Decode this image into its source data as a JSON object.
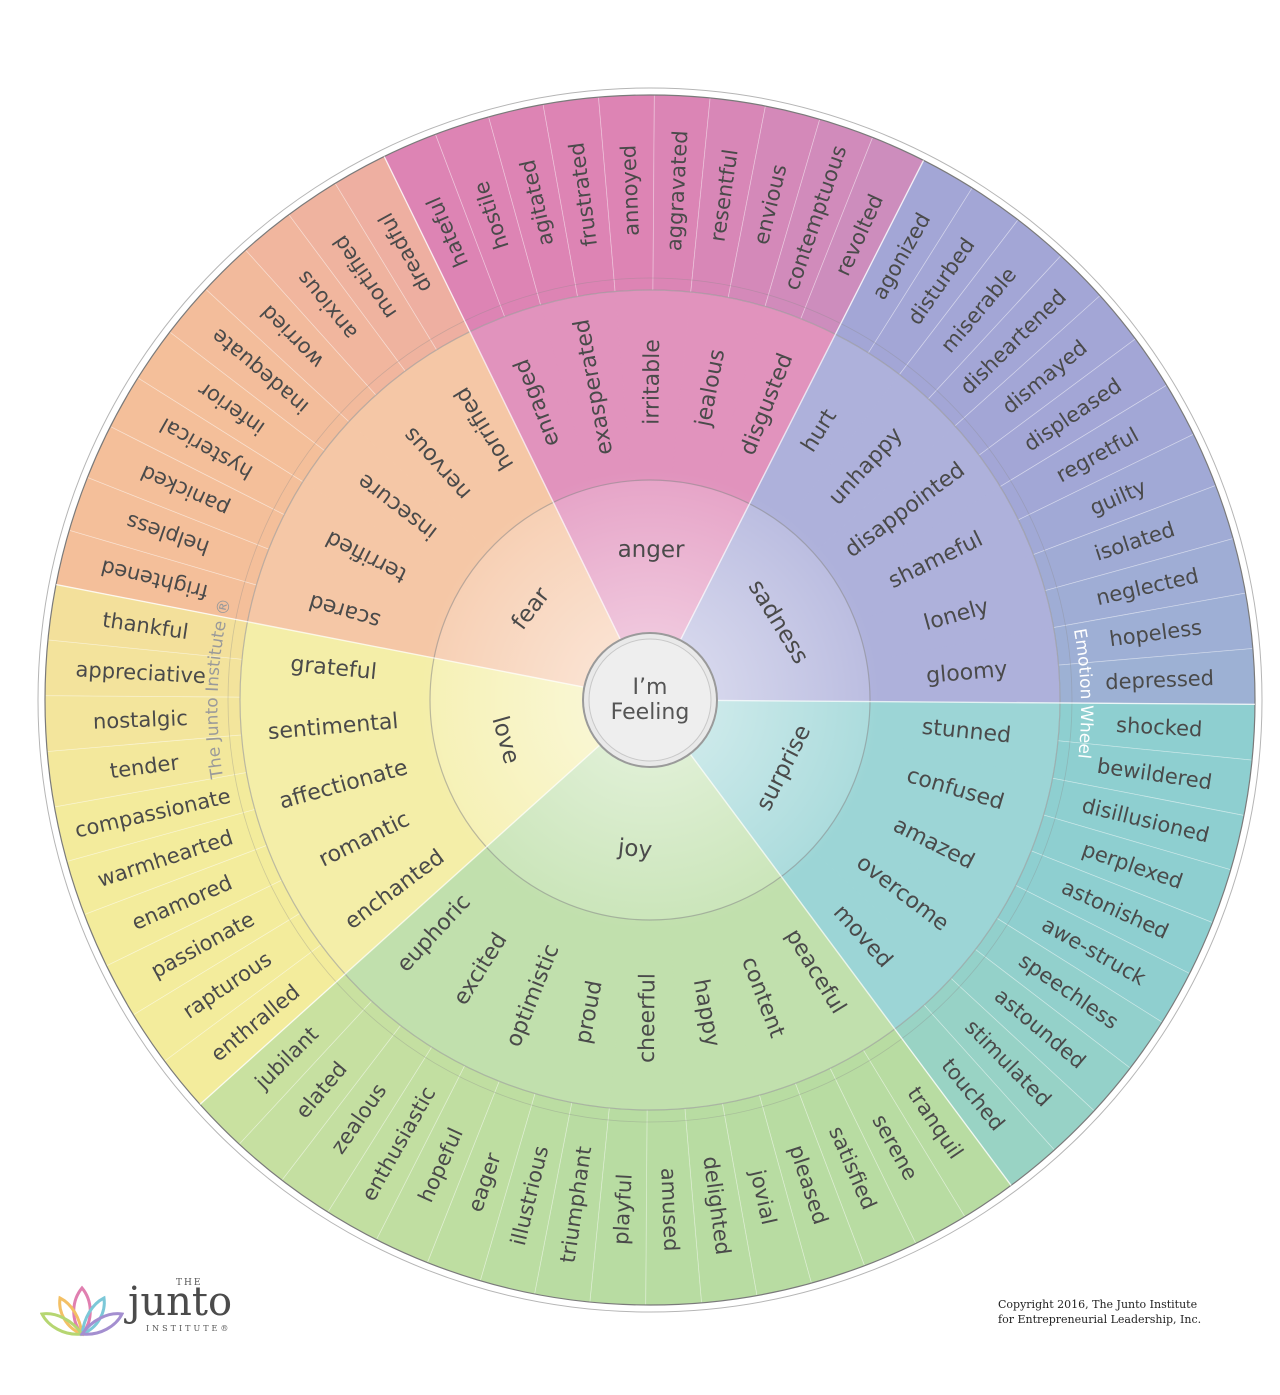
{
  "center": {
    "line1": "I’m",
    "line2": "Feeling"
  },
  "ring_titles": {
    "left": "The Junto Institute ®",
    "right": "Emotion Wheel"
  },
  "logo": {
    "the": "THE",
    "name": "junto",
    "sub": "INSTITUTE®"
  },
  "copyright": {
    "line1": "Copyright 2016, The Junto Institute",
    "line2": "for Entrepreneurial Leadership, Inc."
  },
  "emotions": [
    {
      "name": "fear",
      "color": "#f4bf9a",
      "children": [
        {
          "name": "scared",
          "leaves": [
            "frightened",
            "helpless"
          ]
        },
        {
          "name": "terrified",
          "leaves": [
            "panicked",
            "hysterical"
          ]
        },
        {
          "name": "insecure",
          "leaves": [
            "inferior",
            "inadequate"
          ]
        },
        {
          "name": "nervous",
          "leaves": [
            "worried",
            "anxious"
          ]
        },
        {
          "name": "horrified",
          "leaves": [
            "mortified",
            "dreadful"
          ]
        }
      ]
    },
    {
      "name": "anger",
      "color": "#dd84b4",
      "children": [
        {
          "name": "enraged",
          "leaves": [
            "hateful",
            "hostile"
          ]
        },
        {
          "name": "exasperated",
          "leaves": [
            "agitated",
            "frustrated"
          ]
        },
        {
          "name": "irritable",
          "leaves": [
            "annoyed",
            "aggravated"
          ]
        },
        {
          "name": "jealous",
          "leaves": [
            "resentful",
            "envious"
          ]
        },
        {
          "name": "disgusted",
          "leaves": [
            "contemptuous",
            "revolted"
          ]
        }
      ]
    },
    {
      "name": "sadness",
      "color": "#a3a6d6",
      "children": [
        {
          "name": "hurt",
          "leaves": [
            "agonized",
            "disturbed"
          ]
        },
        {
          "name": "unhappy",
          "leaves": [
            "miserable",
            "disheartened"
          ]
        },
        {
          "name": "disappointed",
          "leaves": [
            "dismayed",
            "displeased"
          ]
        },
        {
          "name": "shameful",
          "leaves": [
            "regretful",
            "guilty"
          ]
        },
        {
          "name": "lonely",
          "leaves": [
            "isolated",
            "neglected"
          ]
        },
        {
          "name": "gloomy",
          "leaves": [
            "hopeless",
            "depressed"
          ]
        }
      ]
    },
    {
      "name": "surprise",
      "color": "#8ecfd0",
      "children": [
        {
          "name": "stunned",
          "leaves": [
            "shocked",
            "bewildered"
          ]
        },
        {
          "name": "confused",
          "leaves": [
            "disillusioned",
            "perplexed"
          ]
        },
        {
          "name": "amazed",
          "leaves": [
            "astonished",
            "awe-struck"
          ]
        },
        {
          "name": "overcome",
          "leaves": [
            "speechless",
            "astounded"
          ]
        },
        {
          "name": "moved",
          "leaves": [
            "stimulated",
            "touched"
          ]
        }
      ]
    },
    {
      "name": "joy",
      "color": "#b8dca2",
      "children": [
        {
          "name": "peaceful",
          "leaves": [
            "tranquil",
            "serene"
          ]
        },
        {
          "name": "content",
          "leaves": [
            "satisfied",
            "pleased"
          ]
        },
        {
          "name": "happy",
          "leaves": [
            "jovial",
            "delighted"
          ]
        },
        {
          "name": "cheerful",
          "leaves": [
            "amused",
            "playful"
          ]
        },
        {
          "name": "proud",
          "leaves": [
            "triumphant",
            "illustrious"
          ]
        },
        {
          "name": "optimistic",
          "leaves": [
            "eager",
            "hopeful"
          ]
        },
        {
          "name": "excited",
          "leaves": [
            "enthusiastic",
            "zealous"
          ]
        },
        {
          "name": "euphoric",
          "leaves": [
            "elated",
            "jubilant"
          ]
        }
      ]
    },
    {
      "name": "love",
      "color": "#f3ec9c",
      "children": [
        {
          "name": "enchanted",
          "leaves": [
            "enthralled",
            "rapturous"
          ]
        },
        {
          "name": "romantic",
          "leaves": [
            "passionate",
            "enamored"
          ]
        },
        {
          "name": "affectionate",
          "leaves": [
            "warmhearted",
            "compassionate"
          ]
        },
        {
          "name": "sentimental",
          "leaves": [
            "tender",
            "nostalgic"
          ]
        },
        {
          "name": "grateful",
          "leaves": [
            "appreciative",
            "thankful"
          ]
        }
      ]
    }
  ]
}
